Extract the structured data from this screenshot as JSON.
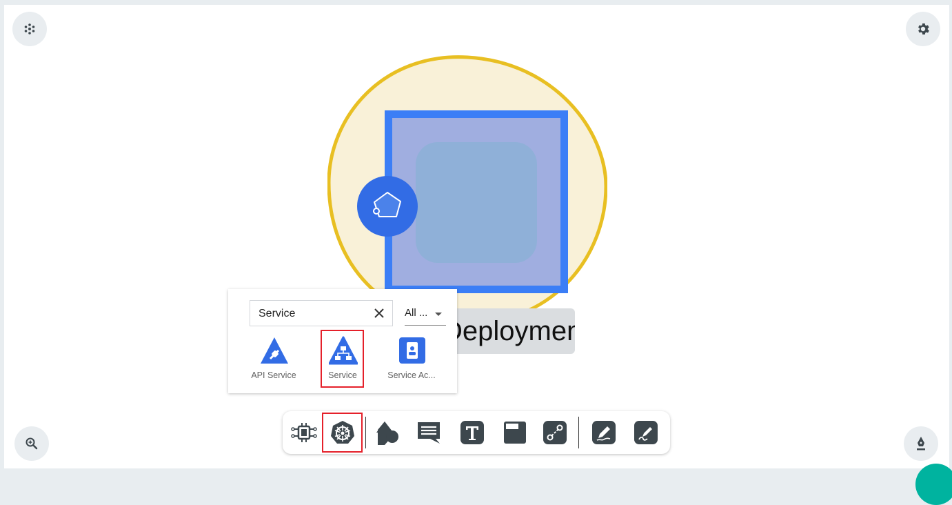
{
  "canvas": {
    "deployment_label": "Deployment...",
    "colors": {
      "blob_fill": "#f9f1d8",
      "blob_stroke": "#e8bf22",
      "deployment_border": "#3b7ef6",
      "badge": "#326ce5",
      "highlight": "#e5202a"
    }
  },
  "corner_buttons": {
    "top_left": "layers-icon",
    "top_right": "gear-icon",
    "bottom_left": "zoom-in-icon",
    "bottom_right": "pen-nib-icon"
  },
  "component_search": {
    "query": "Service",
    "filter_selected": "All ...",
    "results": [
      {
        "label": "API Service",
        "icon": "api-service-icon"
      },
      {
        "label": "Service",
        "icon": "service-icon"
      },
      {
        "label": "Service Ac...",
        "icon": "service-account-icon"
      }
    ]
  },
  "toolbar": {
    "tools": [
      {
        "name": "components-icon"
      },
      {
        "name": "kubernetes-icon"
      },
      {
        "name": "shapes-icon"
      },
      {
        "name": "comment-icon"
      },
      {
        "name": "text-icon"
      },
      {
        "name": "section-icon"
      },
      {
        "name": "edge-icon"
      },
      {
        "name": "pencil-icon"
      },
      {
        "name": "freehand-icon"
      }
    ]
  }
}
